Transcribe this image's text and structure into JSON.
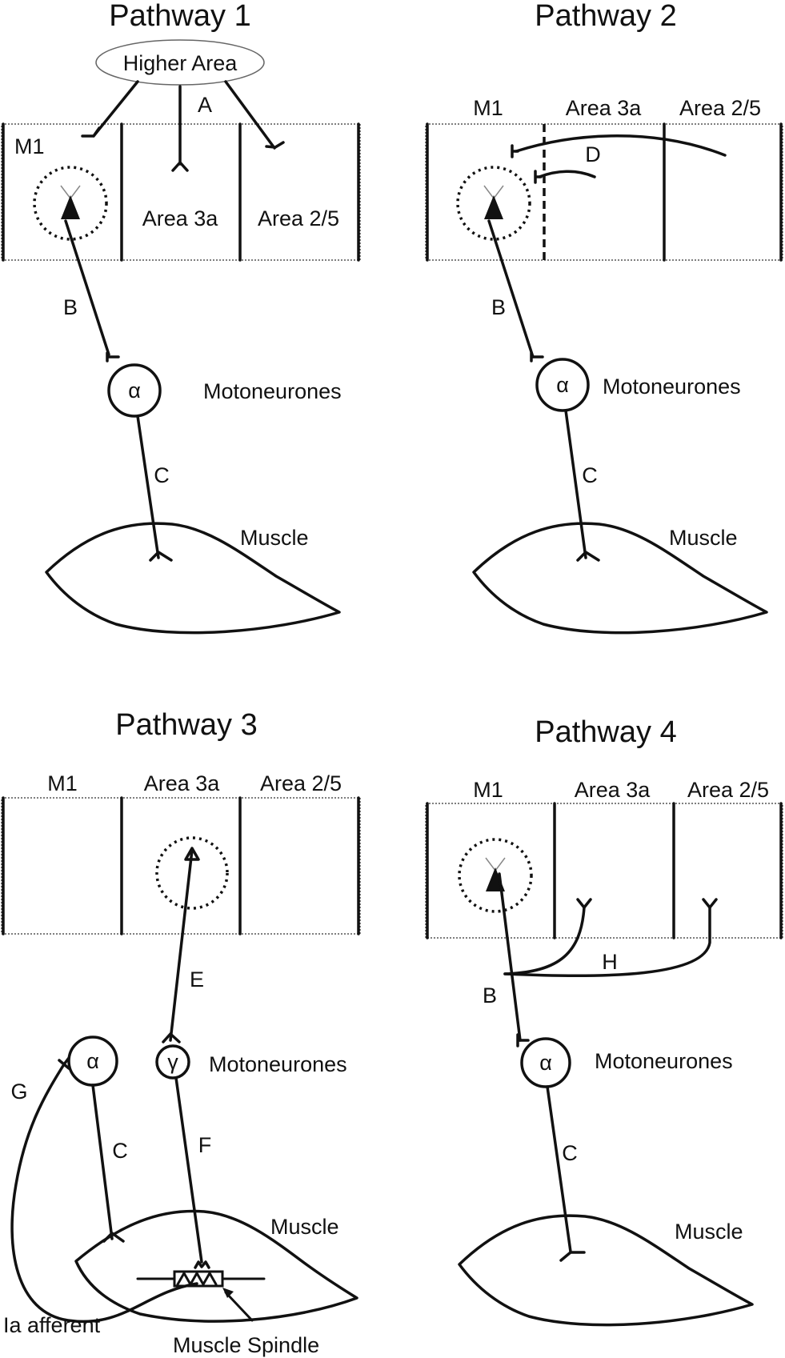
{
  "labels": {
    "p1_title": "Pathway 1",
    "p2_title": "Pathway 2",
    "p3_title": "Pathway 3",
    "p4_title": "Pathway 4",
    "higher_area": "Higher Area",
    "m1": "M1",
    "area3a": "Area 3a",
    "area25": "Area 2/5",
    "motoneurones": "Motoneurones",
    "muscle": "Muscle",
    "alpha": "α",
    "gamma": "γ",
    "ia_afferent": "Ia afferent",
    "muscle_spindle": "Muscle Spindle",
    "A": "A",
    "B": "B",
    "C": "C",
    "D": "D",
    "E": "E",
    "F": "F",
    "G": "G",
    "H": "H"
  },
  "colors": {
    "line": "#111111",
    "background": "#ffffff"
  }
}
